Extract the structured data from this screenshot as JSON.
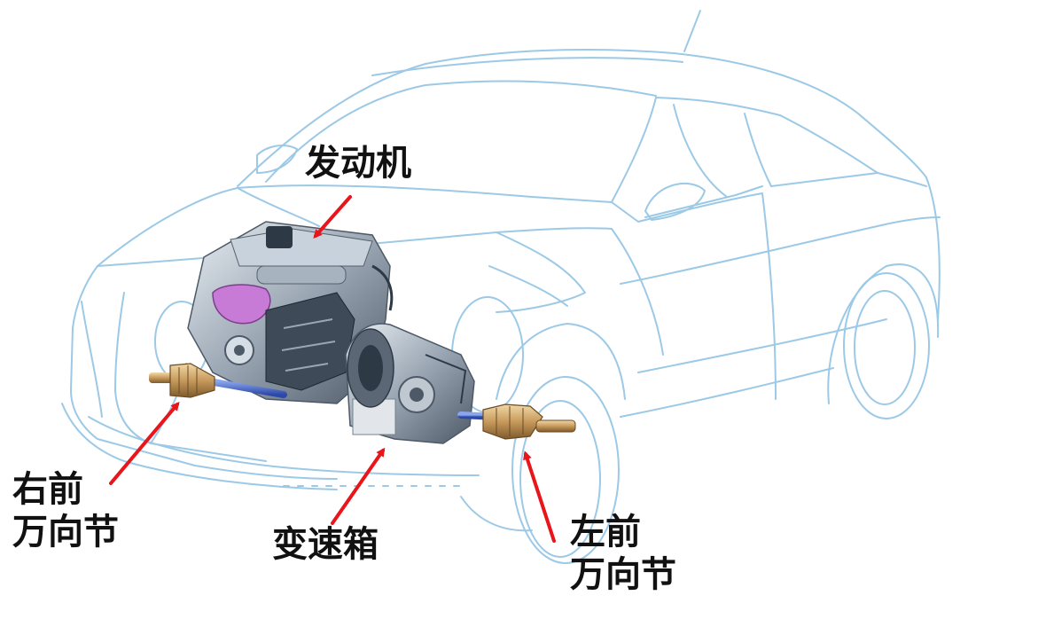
{
  "labels": {
    "engine": "发动机",
    "right_front_cv_joint": [
      "右前",
      "万向节"
    ],
    "gearbox": "变速箱",
    "left_front_cv_joint": [
      "左前",
      "万向节"
    ]
  },
  "colors": {
    "car_outline": "#9cc9e6",
    "arrow": "#e8151b",
    "label_text": "#111111",
    "drive_shaft": "#3a5fc8",
    "engine_block": "#7d8c9c",
    "engine_accent": "#c77bd6",
    "joint_bronze": "#c79a5c"
  }
}
